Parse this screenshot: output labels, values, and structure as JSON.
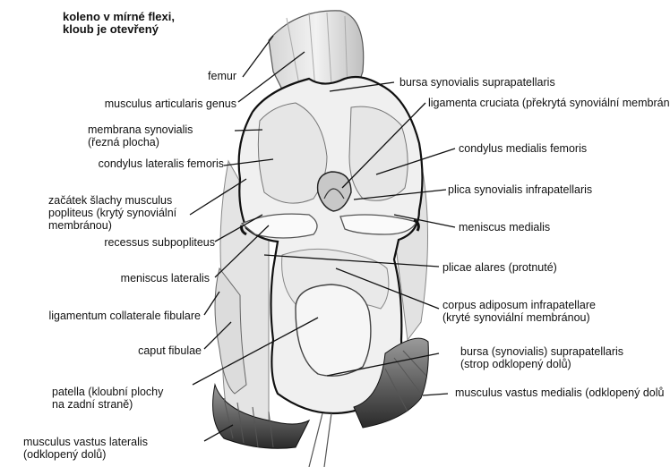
{
  "title": "koleno v mírné flexi,\nkloub je otevřený",
  "labels_left": {
    "femur": "femur",
    "musculus_articularis_genus": "musculus articularis genus",
    "membrana_synovialis": "membrana synovialis\n(řezná plocha)",
    "condylus_lateralis_femoris": "condylus lateralis femoris",
    "zacatek_slachy": "začátek šlachy musculus\npopliteus (krytý synoviální\nmembránou)",
    "recessus_subpopliteus": "recessus subpopliteus",
    "meniscus_lateralis": "meniscus lateralis",
    "ligamentum_collaterale_fibulare": "ligamentum collaterale fibulare",
    "caput_fibulae": "caput fibulae",
    "patella": "patella (kloubní plochy\nna zadní straně)",
    "musculus_vastus_lateralis": "musculus vastus lateralis\n(odklopený dolů)"
  },
  "labels_right": {
    "bursa_synovialis_suprapatellaris": "bursa synovialis suprapatellaris",
    "ligamenta_cruciata": "ligamenta cruciata (překrytá synoviální membrán",
    "condylus_medialis_femoris": "condylus medialis femoris",
    "plica_synovialis_infrapatellaris": "plica synovialis infrapatellaris",
    "meniscus_medialis": "meniscus medialis",
    "plicae_alares": "plicae alares (protnuté)",
    "corpus_adiposum": "corpus adiposum infrapatellare\n(kryté synoviální membránou)",
    "bursa_suprapatellaris_strop": "bursa (synovialis) suprapatellaris\n(strop odklopený dolů)",
    "musculus_vastus_medialis": "musculus vastus medialis (odklopený dolů"
  }
}
